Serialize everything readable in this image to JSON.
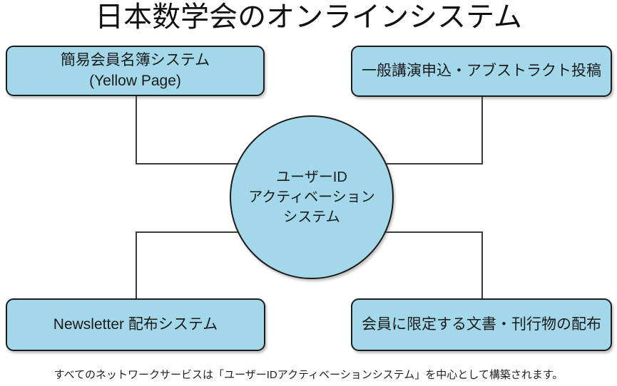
{
  "title": "日本数学会のオンラインシステム",
  "caption": "すべてのネットワークサービスは「ユーザーIDアクティベーションシステム」を中心として構築されます。",
  "nodes": {
    "yellow_page": {
      "line1": "簡易会員名簿システム",
      "line2": "(Yellow Page)"
    },
    "lecture_submission": {
      "line1": "一般講演申込・アブストラクト投稿"
    },
    "newsletter": {
      "line1": "Newsletter 配布システム"
    },
    "member_documents": {
      "line1": "会員に限定する文書・刊行物の配布"
    },
    "activation": {
      "line1": "ユーザーID",
      "line2": "アクティベーション",
      "line3": "システム"
    }
  },
  "colors": {
    "node_fill": "#a3d8ea",
    "node_border": "#1c1c1c",
    "connector": "#3b3b3b",
    "text": "#1a1a1a"
  }
}
